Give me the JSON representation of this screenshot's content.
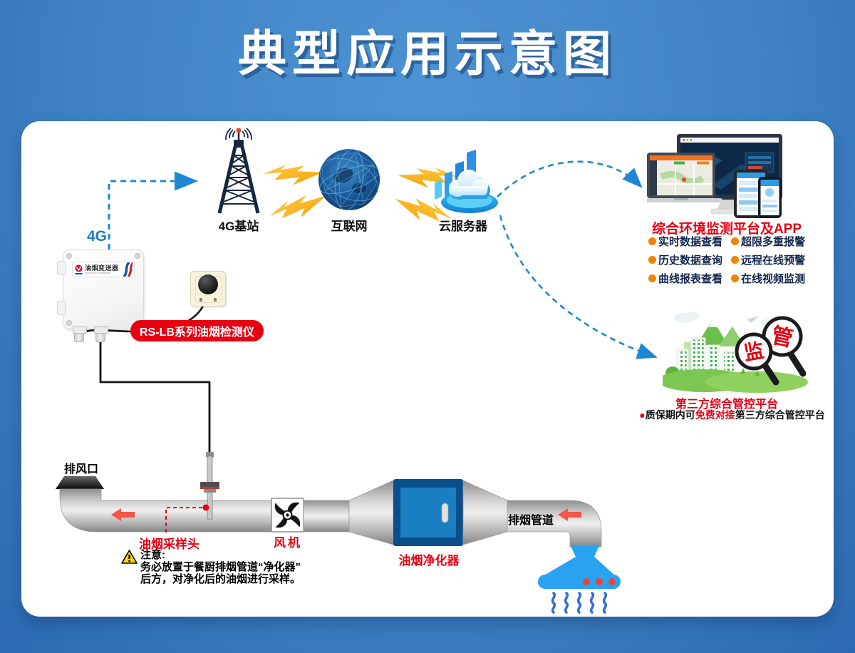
{
  "title": "典型应用示意图",
  "network": {
    "tower_label": "4G基站",
    "internet_label": "互联网",
    "cloud_label": "云服务器",
    "uplink_label": "4G"
  },
  "device": {
    "name": "油烟变送器",
    "name_en": "Lampblack Transmitter",
    "badge": "RS-LB系列油烟检测仪"
  },
  "platform": {
    "title": "综合环境监测平台及APP",
    "features": [
      "实时数据查看",
      "超限多重报警",
      "历史数据查询",
      "远程在线预警",
      "曲线报表查看",
      "在线视频监测"
    ]
  },
  "regulator": {
    "title": "第三方综合管控平台",
    "glass_left": "监",
    "glass_right": "管",
    "note_bullet": "●",
    "note_prefix": "质保期内可",
    "note_highlight": "免费对接",
    "note_suffix": "第三方综合管控平台"
  },
  "duct": {
    "outlet_label": "排风口",
    "sampler_label": "油烟采样头",
    "fan_label": "风机",
    "purifier_label": "油烟净化器",
    "pipe_label": "排烟管道",
    "note_title": "注意:",
    "note_line1": "务必放置于餐厨排烟管道“净化器”",
    "note_line2": "后方，对净化后的油烟进行采样。"
  },
  "colors": {
    "accent_red": "#e60012",
    "bullet_orange": "#f08300",
    "link_blue": "#1e88d2",
    "hood_blue": "#29a3f0",
    "purifier_blue": "#1a7fc0",
    "background_blue": "#3f83c5"
  }
}
